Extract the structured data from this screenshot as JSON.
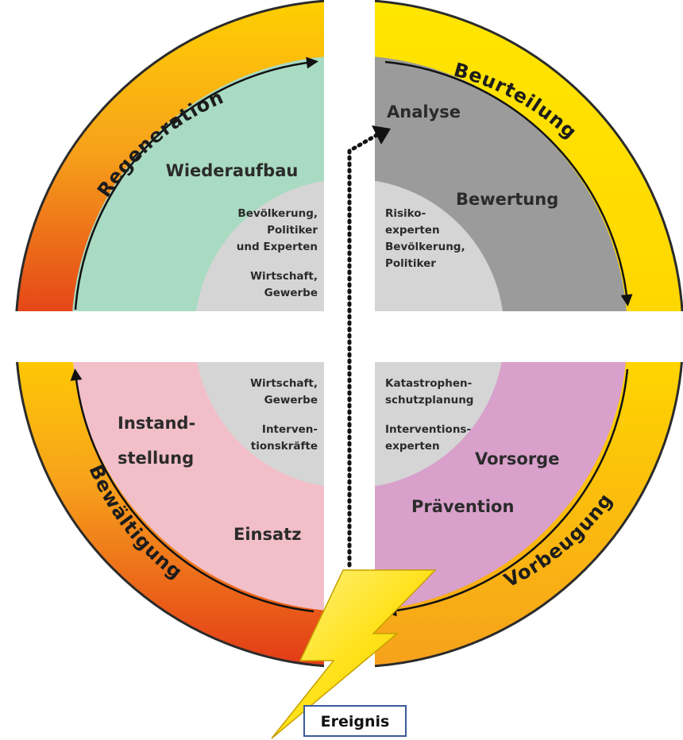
{
  "ring_labels": {
    "top_left": "Regeneration",
    "top_right": "Beurteilung",
    "bottom_right": "Vorbeugung",
    "bottom_left": "Bewältigung"
  },
  "quadrants": {
    "top_left": {
      "phase": "Wiederaufbau",
      "actors_1": [
        "Bevölkerung,",
        "Politiker",
        "und Experten"
      ],
      "actors_2": [
        "Wirtschaft,",
        "Gewerbe"
      ]
    },
    "top_right": {
      "phase_1": "Analyse",
      "phase_2": "Bewertung",
      "actors_1": [
        "Risiko-",
        "experten",
        "Bevölkerung,",
        "Politiker"
      ]
    },
    "bottom_left": {
      "phase_1": [
        "Instand-",
        "stellung"
      ],
      "phase_2": "Einsatz",
      "actors_1": [
        "Wirtschaft,",
        "Gewerbe"
      ],
      "actors_2": [
        "Interven-",
        "tionskräfte"
      ]
    },
    "bottom_right": {
      "phase_1": "Vorsorge",
      "phase_2": "Prävention",
      "actors_1": [
        "Katastrophen-",
        "schutzplanung"
      ],
      "actors_2": [
        "Interventions-",
        "experten"
      ]
    }
  },
  "event_label": "Ereignis",
  "colors": {
    "top_left_fill": "#a9dbc2",
    "top_right_fill": "#9b9b9b",
    "bottom_left_fill": "#f2bfc9",
    "bottom_right_fill": "#d9a0cb",
    "center_grey": "#d5d5d5",
    "ring_yellow": "#ffe600",
    "ring_orange": "#f7a21b",
    "ring_red": "#e8451c",
    "lightning": "#ffe21a"
  }
}
